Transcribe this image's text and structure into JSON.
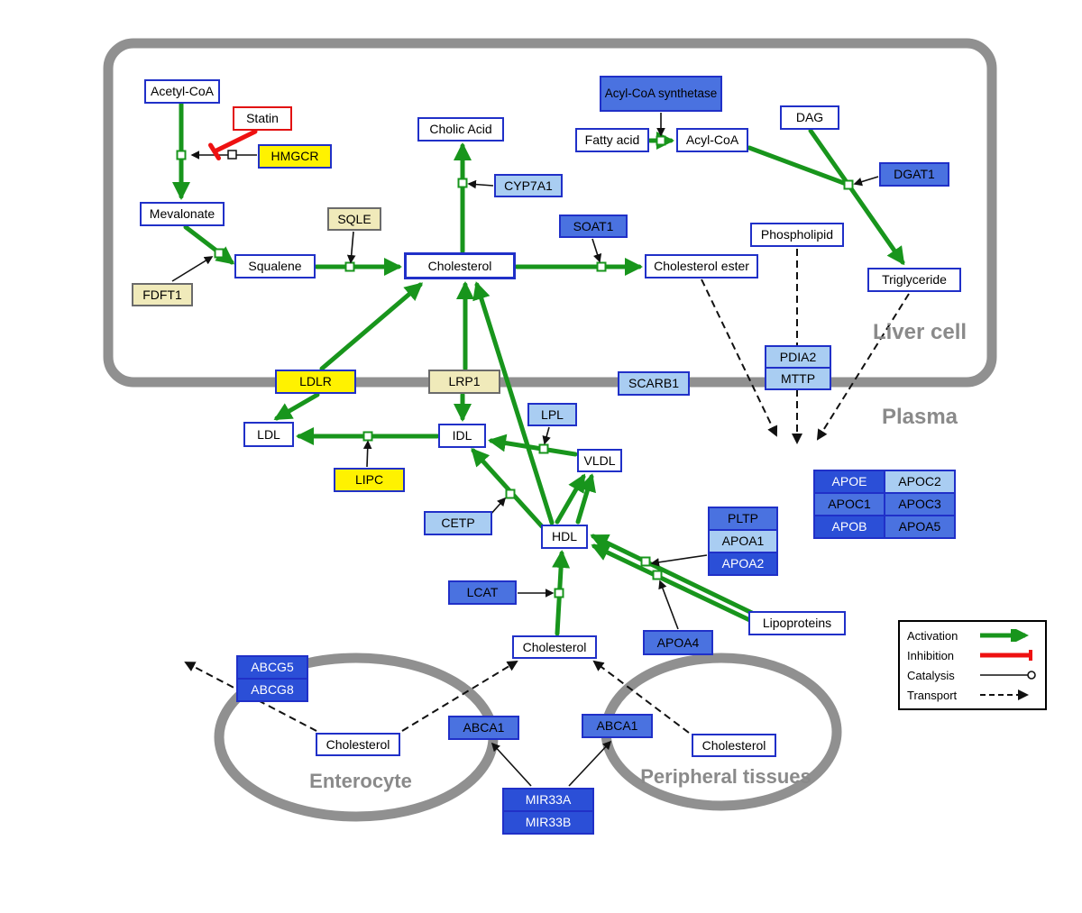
{
  "compartments": {
    "liver": {
      "label": "Liver cell"
    },
    "plasma": {
      "label": "Plasma"
    },
    "enterocyte": {
      "label": "Enterocyte"
    },
    "peripheral": {
      "label": "Peripheral tissues"
    }
  },
  "nodes": {
    "acetyl_coa": "Acetyl-CoA",
    "statin": "Statin",
    "hmgcr": "HMGCR",
    "mevalonate": "Mevalonate",
    "fdft1": "FDFT1",
    "squalene": "Squalene",
    "sqle": "SQLE",
    "cholesterol_liver": "Cholesterol",
    "cholic_acid": "Cholic Acid",
    "cyp7a1": "CYP7A1",
    "soat1": "SOAT1",
    "cholesterol_ester": "Cholesterol ester",
    "acyl_coa_synthetase": "Acyl-CoA synthetase",
    "fatty_acid": "Fatty acid",
    "acyl_coa": "Acyl-CoA",
    "dag": "DAG",
    "dgat1": "DGAT1",
    "phospholipid": "Phospholipid",
    "triglyceride": "Triglyceride",
    "pdia2": "PDIA2",
    "mttp": "MTTP",
    "scarb1": "SCARB1",
    "ldlr": "LDLR",
    "lrp1": "LRP1",
    "ldl": "LDL",
    "idl": "IDL",
    "lpl": "LPL",
    "vldl": "VLDL",
    "lipc": "LIPC",
    "cetp": "CETP",
    "hdl": "HDL",
    "lcat": "LCAT",
    "pltp": "PLTP",
    "apoa1": "APOA1",
    "apoa2": "APOA2",
    "apoa4": "APOA4",
    "lipoproteins": "Lipoproteins",
    "apoe": "APOE",
    "apoc2": "APOC2",
    "apoc1": "APOC1",
    "apoc3": "APOC3",
    "apob": "APOB",
    "apoa5": "APOA5",
    "cholesterol_plasma": "Cholesterol",
    "abcg5": "ABCG5",
    "abcg8": "ABCG8",
    "cholesterol_enterocyte": "Cholesterol",
    "abca1_enterocyte": "ABCA1",
    "abca1_peripheral": "ABCA1",
    "cholesterol_peripheral": "Cholesterol",
    "mir33a": "MIR33A",
    "mir33b": "MIR33B"
  },
  "legend": {
    "activation": "Activation",
    "inhibition": "Inhibition",
    "catalysis": "Catalysis",
    "transport": "Transport"
  },
  "colors": {
    "activation_green": "#18951c",
    "inhibition_red": "#ee1111",
    "gene_yellow": "#fff200",
    "gene_pale_yellow": "#f0eaba",
    "gene_light_blue": "#a9cdf2",
    "gene_medium_blue": "#4a72e0",
    "gene_dark_blue": "#2b4fd7",
    "metabolite_border_blue": "#2030c8",
    "membrane_gray": "#909090"
  }
}
